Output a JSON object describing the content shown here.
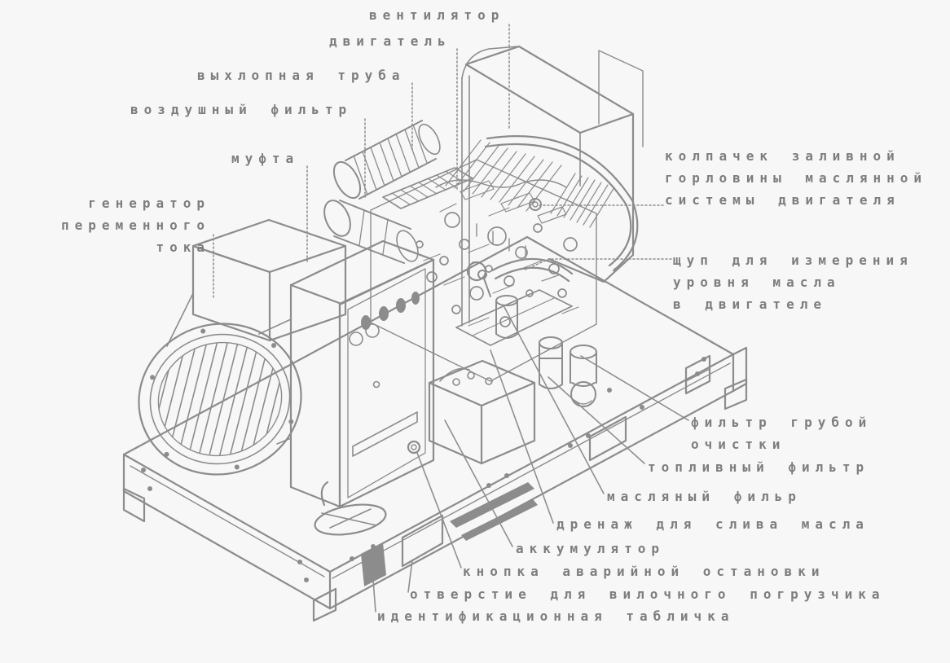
{
  "diagram": {
    "type": "labeled-technical-illustration",
    "colors": {
      "background": "#f7f7f7",
      "line": "#8c8c8c",
      "label_text": "#7d7d7d"
    },
    "labels": {
      "fan": {
        "text": "вентилятор"
      },
      "engine": {
        "text": "двигатель"
      },
      "exhaust_pipe": {
        "text": "выхлопная труба"
      },
      "air_filter": {
        "text": "воздушный фильтр"
      },
      "coupling": {
        "text": "муфта"
      },
      "alternator": {
        "text": "генератор\nпеременного\nтока"
      },
      "oil_filler_cap": {
        "text": "колпачек заливной\nгорловины маслянной\nсистемы двигателя"
      },
      "dipstick": {
        "text": "щуп для измерения\nуровня масла\nв двигателе"
      },
      "coarse_filter": {
        "text": "фильтр грубой\nочистки"
      },
      "fuel_filter": {
        "text": "топливный фильтр"
      },
      "oil_filter": {
        "text": "масляный фильр"
      },
      "oil_drain": {
        "text": "дренаж для слива масла"
      },
      "battery": {
        "text": "аккумулятор"
      },
      "emergency_stop": {
        "text": "кнопка аварийной остановки"
      },
      "forklift_opening": {
        "text": "отверстие для вилочного погрузчика"
      },
      "id_plate": {
        "text": "идентификационная табличка"
      }
    }
  }
}
